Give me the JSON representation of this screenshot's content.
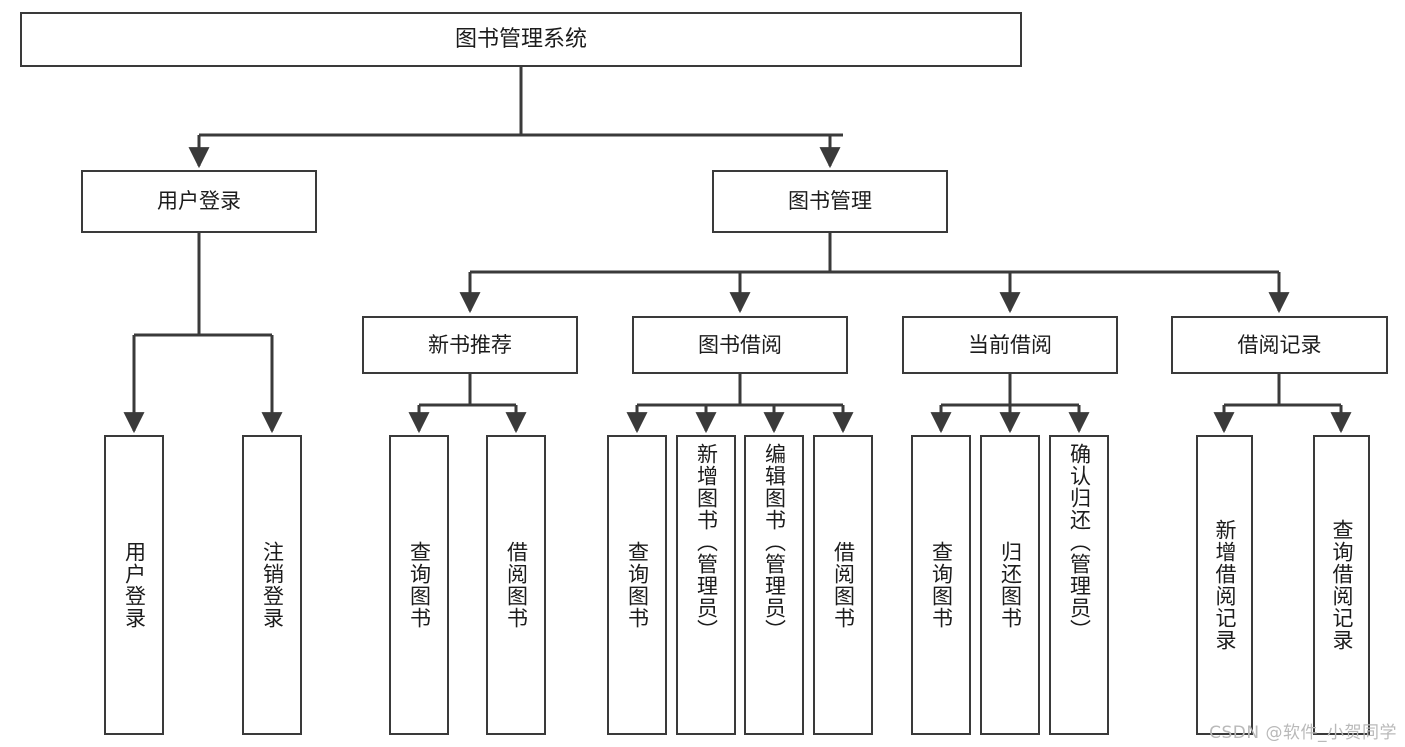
{
  "diagram": {
    "title": "图书管理系统",
    "type": "tree-hierarchy-chart",
    "root": {
      "label": "图书管理系统"
    },
    "level1": [
      {
        "label": "用户登录"
      },
      {
        "label": "图书管理"
      }
    ],
    "level2": [
      {
        "label": "新书推荐"
      },
      {
        "label": "图书借阅"
      },
      {
        "label": "当前借阅"
      },
      {
        "label": "借阅记录"
      }
    ],
    "leaves": {
      "user_login": [
        {
          "label": "用户登录"
        },
        {
          "label": "注销登录"
        }
      ],
      "new_book_recommend": [
        {
          "label": "查询图书"
        },
        {
          "label": "借阅图书"
        }
      ],
      "book_borrow": [
        {
          "label": "查询图书"
        },
        {
          "label": "新增图书（管理员）"
        },
        {
          "label": "编辑图书（管理员）"
        },
        {
          "label": "借阅图书"
        }
      ],
      "current_borrow": [
        {
          "label": "查询图书"
        },
        {
          "label": "归还图书"
        },
        {
          "label": "确认归还（管理员）"
        }
      ],
      "borrow_record": [
        {
          "label": "新增借阅记录"
        },
        {
          "label": "查询借阅记录"
        }
      ]
    }
  },
  "watermark": {
    "text": "CSDN @软件_小贺同学"
  },
  "colors": {
    "box_border": "#3a3a3a",
    "box_fill": "#ffffff",
    "connector": "#3a3a3a",
    "text": "#1c1c1c",
    "watermark": "#b9b9b9"
  }
}
